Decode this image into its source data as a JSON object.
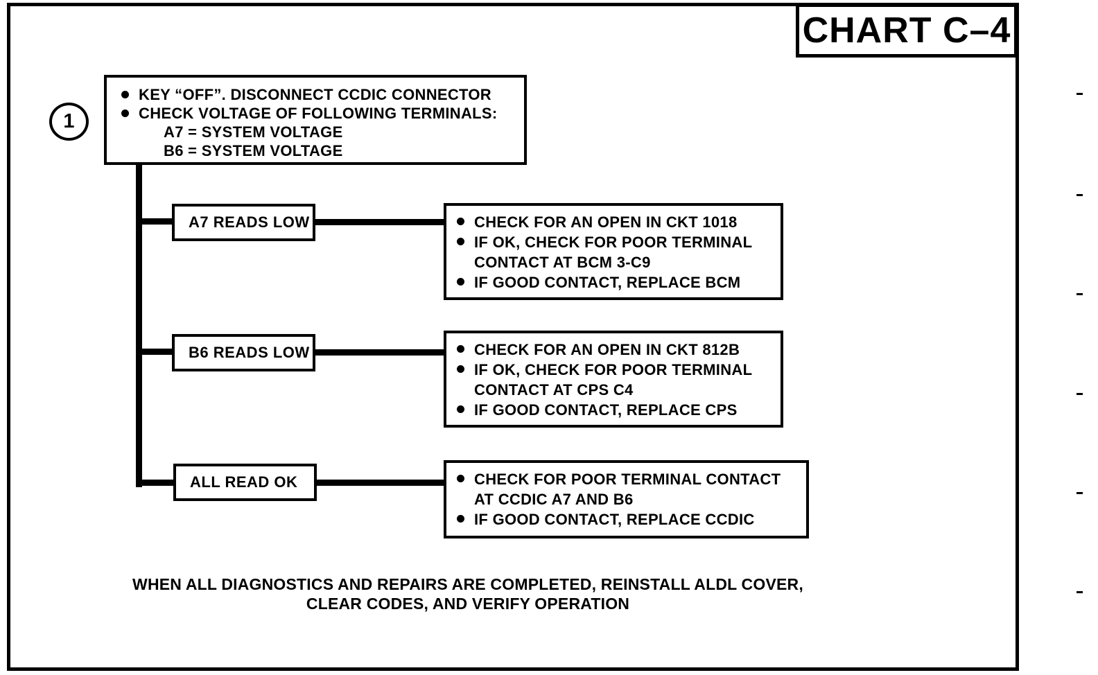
{
  "page": {
    "title": "CHART C–4",
    "step_number": "1"
  },
  "instruction_box": {
    "lines": [
      {
        "bullet": true,
        "text": "KEY “OFF”. DISCONNECT CCDIC CONNECTOR"
      },
      {
        "bullet": true,
        "text": "CHECK VOLTAGE OF FOLLOWING TERMINALS:"
      },
      {
        "bullet": false,
        "text": "A7 = SYSTEM VOLTAGE"
      },
      {
        "bullet": false,
        "text": "B6 = SYSTEM VOLTAGE"
      }
    ]
  },
  "branches": [
    {
      "condition": "A7 READS LOW",
      "actions": [
        {
          "bullet": true,
          "text": "CHECK FOR AN OPEN IN CKT 1018"
        },
        {
          "bullet": true,
          "text": "IF OK, CHECK FOR POOR TERMINAL"
        },
        {
          "bullet": false,
          "text": "CONTACT AT BCM 3-C9"
        },
        {
          "bullet": true,
          "text": "IF GOOD CONTACT, REPLACE BCM"
        }
      ]
    },
    {
      "condition": "B6 READS LOW",
      "actions": [
        {
          "bullet": true,
          "text": "CHECK FOR AN OPEN IN CKT 812B"
        },
        {
          "bullet": true,
          "text": "IF OK, CHECK FOR POOR TERMINAL"
        },
        {
          "bullet": false,
          "text": "CONTACT AT CPS C4"
        },
        {
          "bullet": true,
          "text": "IF GOOD CONTACT, REPLACE CPS"
        }
      ]
    },
    {
      "condition": "ALL READ OK",
      "actions": [
        {
          "bullet": true,
          "text": "CHECK FOR POOR TERMINAL CONTACT"
        },
        {
          "bullet": false,
          "text": "AT CCDIC A7 AND B6"
        },
        {
          "bullet": true,
          "text": "IF GOOD CONTACT, REPLACE CCDIC"
        }
      ]
    }
  ],
  "footer": {
    "line1": "WHEN ALL DIAGNOSTICS AND REPAIRS ARE COMPLETED, REINSTALL ALDL COVER,",
    "line2": "CLEAR CODES, AND VERIFY OPERATION"
  },
  "colors": {
    "ink": "#000000",
    "paper": "#ffffff"
  }
}
